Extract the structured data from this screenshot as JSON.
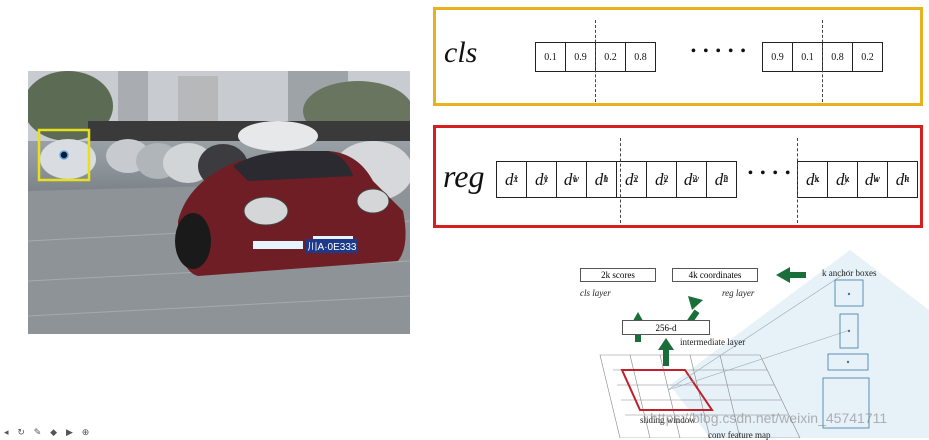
{
  "cls": {
    "label": "cls",
    "values_left": [
      "0.1",
      "0.9",
      "0.2",
      "0.8"
    ],
    "ellipsis": "• • • • •",
    "values_right": [
      "0.9",
      "0.1",
      "0.8",
      "0.2"
    ]
  },
  "reg": {
    "label": "reg",
    "cells_left": [
      {
        "sub": "x",
        "sup": "1"
      },
      {
        "sub": "y",
        "sup": "1"
      },
      {
        "sub": "w",
        "sup": "1"
      },
      {
        "sub": "h",
        "sup": "1"
      },
      {
        "sub": "x",
        "sup": "2"
      },
      {
        "sub": "y",
        "sup": "2"
      },
      {
        "sub": "w",
        "sup": "2"
      },
      {
        "sub": "h",
        "sup": "2"
      }
    ],
    "ellipsis": "• • • •",
    "cells_right": [
      {
        "sub": "x",
        "sup": "k"
      },
      {
        "sub": "y",
        "sup": "k"
      },
      {
        "sub": "w",
        "sup": "k"
      },
      {
        "sub": "h",
        "sup": "k"
      }
    ],
    "base": "d"
  },
  "photo": {
    "plate": "川A·0E333"
  },
  "rpn": {
    "scores": "2k scores",
    "coordinates": "4k coordinates",
    "cls_layer": "cls layer",
    "reg_layer": "reg layer",
    "intermediate": "256-d",
    "intermediate_layer": "intermediate layer",
    "anchor_boxes": "k anchor boxes",
    "sliding_window": "sliding window",
    "feature_map": "conv feature map"
  },
  "watermark": "https://blog.csdn.net/weixin_45741711",
  "toolbar": "◂ ↻ ✎ ◆ ▶ ⊕",
  "colors": {
    "cls_border": "#e8b21c",
    "reg_border": "#d62020",
    "arrow": "#1a6e3a",
    "car": "#6e1e24",
    "highlight": "#e8e01c"
  }
}
